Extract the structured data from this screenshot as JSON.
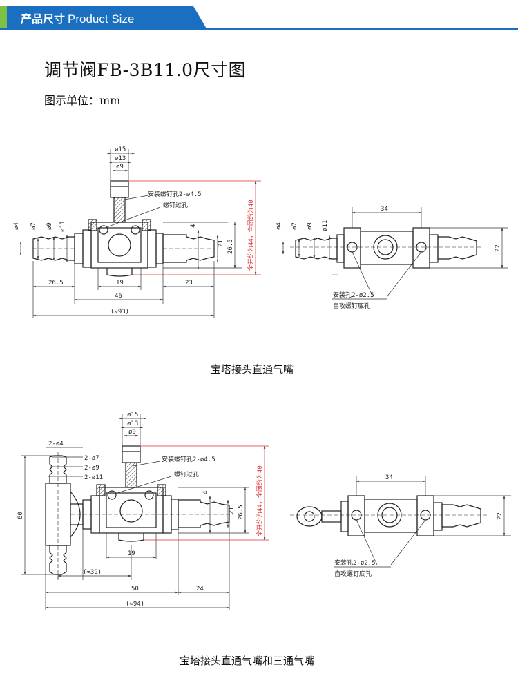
{
  "header": {
    "label_cn": "产品尺寸",
    "label_en": "Product Size",
    "color": "#1a6fc0"
  },
  "title": "调节阀FB-3B11.0尺寸图",
  "unit": "图示单位：mm",
  "figure1": {
    "caption": "宝塔接头直通气嘴",
    "front_view": {
      "dia_15": "ø15",
      "dia_13": "ø13",
      "dia_9": "ø9",
      "dia_4": "ø4",
      "dia_7": "ø7",
      "dia_9b": "ø9",
      "dia_11": "ø11",
      "note_screw": "安装螺钉孔2-ø4.5",
      "note_hole": "螺钉过孔",
      "dim_4": "4",
      "dim_21": "21",
      "dim_26_5": "26.5",
      "dim_open": "全开约为44，全闭约为40",
      "dim_26_5b": "26.5",
      "dim_19": "19",
      "dim_23": "23",
      "dim_46": "46",
      "dim_93": "(≈93)"
    },
    "side_view": {
      "dim_34": "34",
      "dim_22": "22",
      "dia_4": "ø4",
      "dia_7": "ø7",
      "dia_9": "ø9",
      "dia_11": "ø11",
      "note_hole": "安装孔2-ø2.5",
      "note_tap": "自攻螺钉底孔"
    }
  },
  "figure2": {
    "caption": "宝塔接头直通气嘴和三通气嘴",
    "front_view": {
      "dia_15": "ø15",
      "dia_13": "ø13",
      "dia_9": "ø9",
      "d2_4": "2-ø4",
      "d2_7": "2-ø7",
      "d2_9": "2-ø9",
      "d2_11": "2-ø11",
      "note_screw": "安装螺钉孔2-ø4.5",
      "note_hole": "螺钉过孔",
      "dim_4": "4",
      "dim_21": "21",
      "dim_26_5": "26.5",
      "dim_open": "全开约为44，全闭约为40",
      "dim_60": "60",
      "dim_19": "19",
      "dim_39": "(≈39)",
      "dim_50": "50",
      "dim_24": "24",
      "dim_94": "(≈94)"
    },
    "side_view": {
      "dim_34": "34",
      "dim_22": "22",
      "note_hole": "安装孔2-ø2.5",
      "note_tap": "自攻螺钉底孔"
    }
  }
}
